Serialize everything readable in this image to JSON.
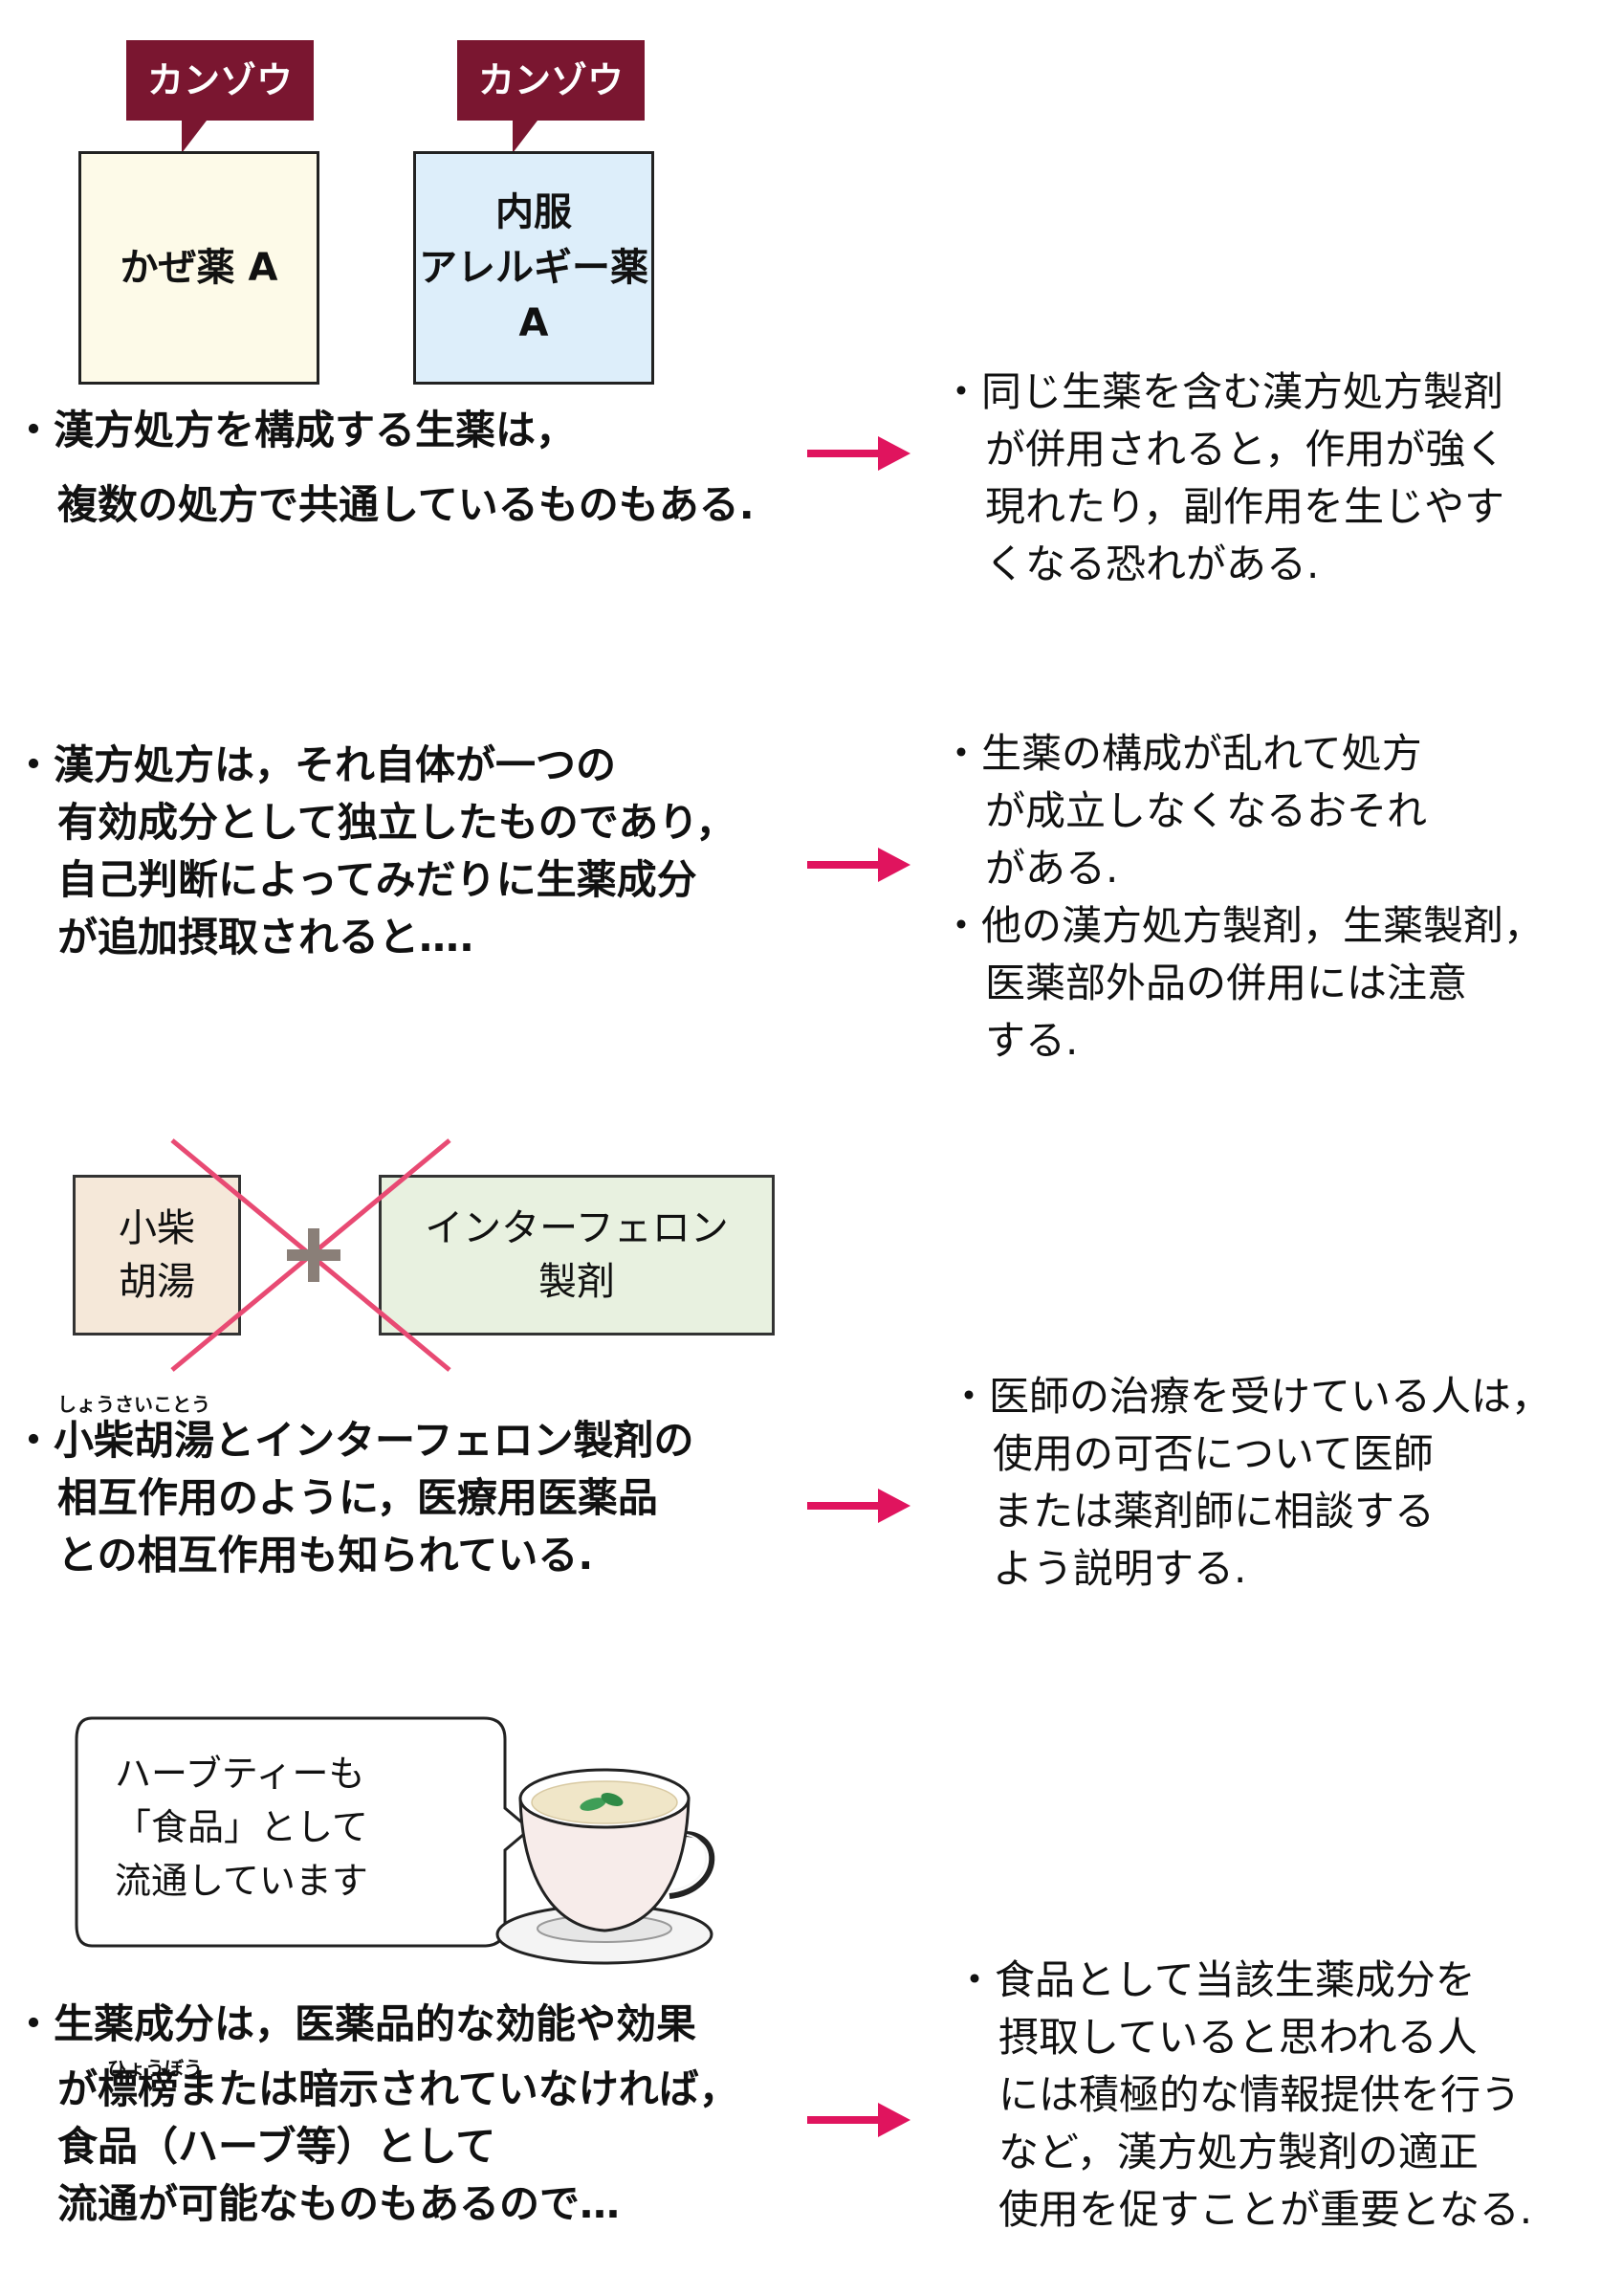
{
  "section1": {
    "tag1": "カンゾウ",
    "tag2": "カンゾウ",
    "box1": "かぜ薬 A",
    "box2_line1": "内服",
    "box2_line2": "アレルギー薬",
    "box2_line3": "A",
    "left_line1": "・漢方処方を構成する生薬は，",
    "left_line2": "複数の処方で共通しているものもある.",
    "right_line1": "・同じ生薬を含む漢方処方製剤",
    "right_line2": "が併用されると，作用が強く",
    "right_line3": "現れたり，副作用を生じやす",
    "right_line4": "くなる恐れがある."
  },
  "section2": {
    "left_line1": "・漢方処方は，それ自体が一つの",
    "left_line2": "有効成分として独立したものであり，",
    "left_line3": "自己判断によってみだりに生薬成分",
    "left_line4": "が追加摂取されると….",
    "right_line1": "・生薬の構成が乱れて処方",
    "right_line2": "が成立しなくなるおそれ",
    "right_line3": "がある.",
    "right_line4": "・他の漢方処方製剤，生薬製剤，",
    "right_line5": "医薬部外品の併用には注意",
    "right_line6": "する."
  },
  "section3": {
    "box1_line1": "小柴",
    "box1_line2": "胡湯",
    "box2_line1": "インターフェロン",
    "box2_line2": "製剤",
    "ruby": "しょうさいことう",
    "left_line1": "・小柴胡湯とインターフェロン製剤の",
    "left_line2": "相互作用のように，医療用医薬品",
    "left_line3": "との相互作用も知られている.",
    "right_line1": "・医師の治療を受けている人は，",
    "right_line2": "使用の可否について医師",
    "right_line3": "または薬剤師に相談する",
    "right_line4": "よう説明する."
  },
  "section4": {
    "bubble_line1": "ハーブティーも",
    "bubble_line2": "「食品」として",
    "bubble_line3": "流通しています",
    "ruby": "ひょうぼう",
    "left_line1": "・生薬成分は，医薬品的な効能や効果",
    "left_line2": "が標榜または暗示されていなければ，",
    "left_line3": "食品（ハーブ等）として",
    "left_line4": "流通が可能なものもあるので…",
    "right_line1": "・食品として当該生薬成分を",
    "right_line2": "摂取していると思われる人",
    "right_line3": "には積極的な情報提供を行う",
    "right_line4": "など，漢方処方製剤の適正",
    "right_line5": "使用を促すことが重要となる."
  },
  "colors": {
    "tag": "#7a1630",
    "arrow": "#e0145e",
    "box_yellow": "#fdfae8",
    "box_blue": "#ddeefa",
    "box_beige": "#f5e8d9",
    "box_green": "#e8f1e0",
    "cross": "#e84a73"
  }
}
